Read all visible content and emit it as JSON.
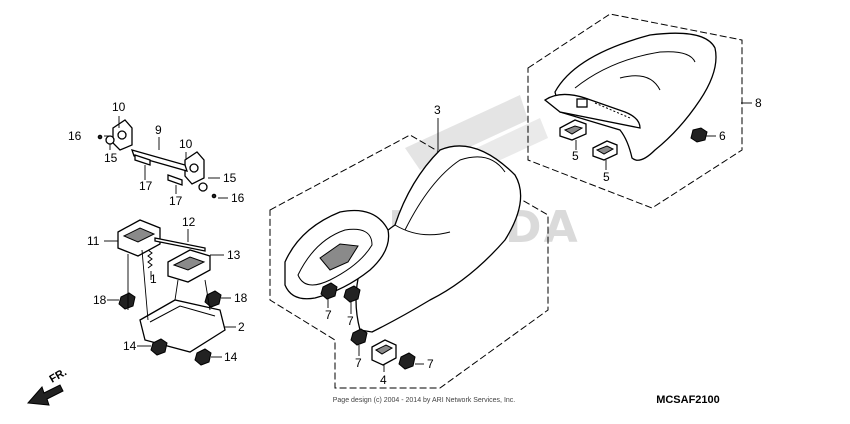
{
  "watermark": "HONDA",
  "direction_label": "FR.",
  "copyright": "Page design (c) 2004 - 2014 by ARI Network Services, Inc.",
  "diagram_code": "MCSAF2100",
  "callouts": {
    "c1": "1",
    "c2": "2",
    "c3": "3",
    "c4": "4",
    "c5a": "5",
    "c5b": "5",
    "c6": "6",
    "c7a": "7",
    "c7b": "7",
    "c7c": "7",
    "c7d": "7",
    "c8": "8",
    "c9": "9",
    "c10a": "10",
    "c10b": "10",
    "c11": "11",
    "c12": "12",
    "c13": "13",
    "c14a": "14",
    "c14b": "14",
    "c15a": "15",
    "c15b": "15",
    "c16a": "16",
    "c16b": "16",
    "c17a": "17",
    "c17b": "17",
    "c18a": "18",
    "c18b": "18"
  }
}
